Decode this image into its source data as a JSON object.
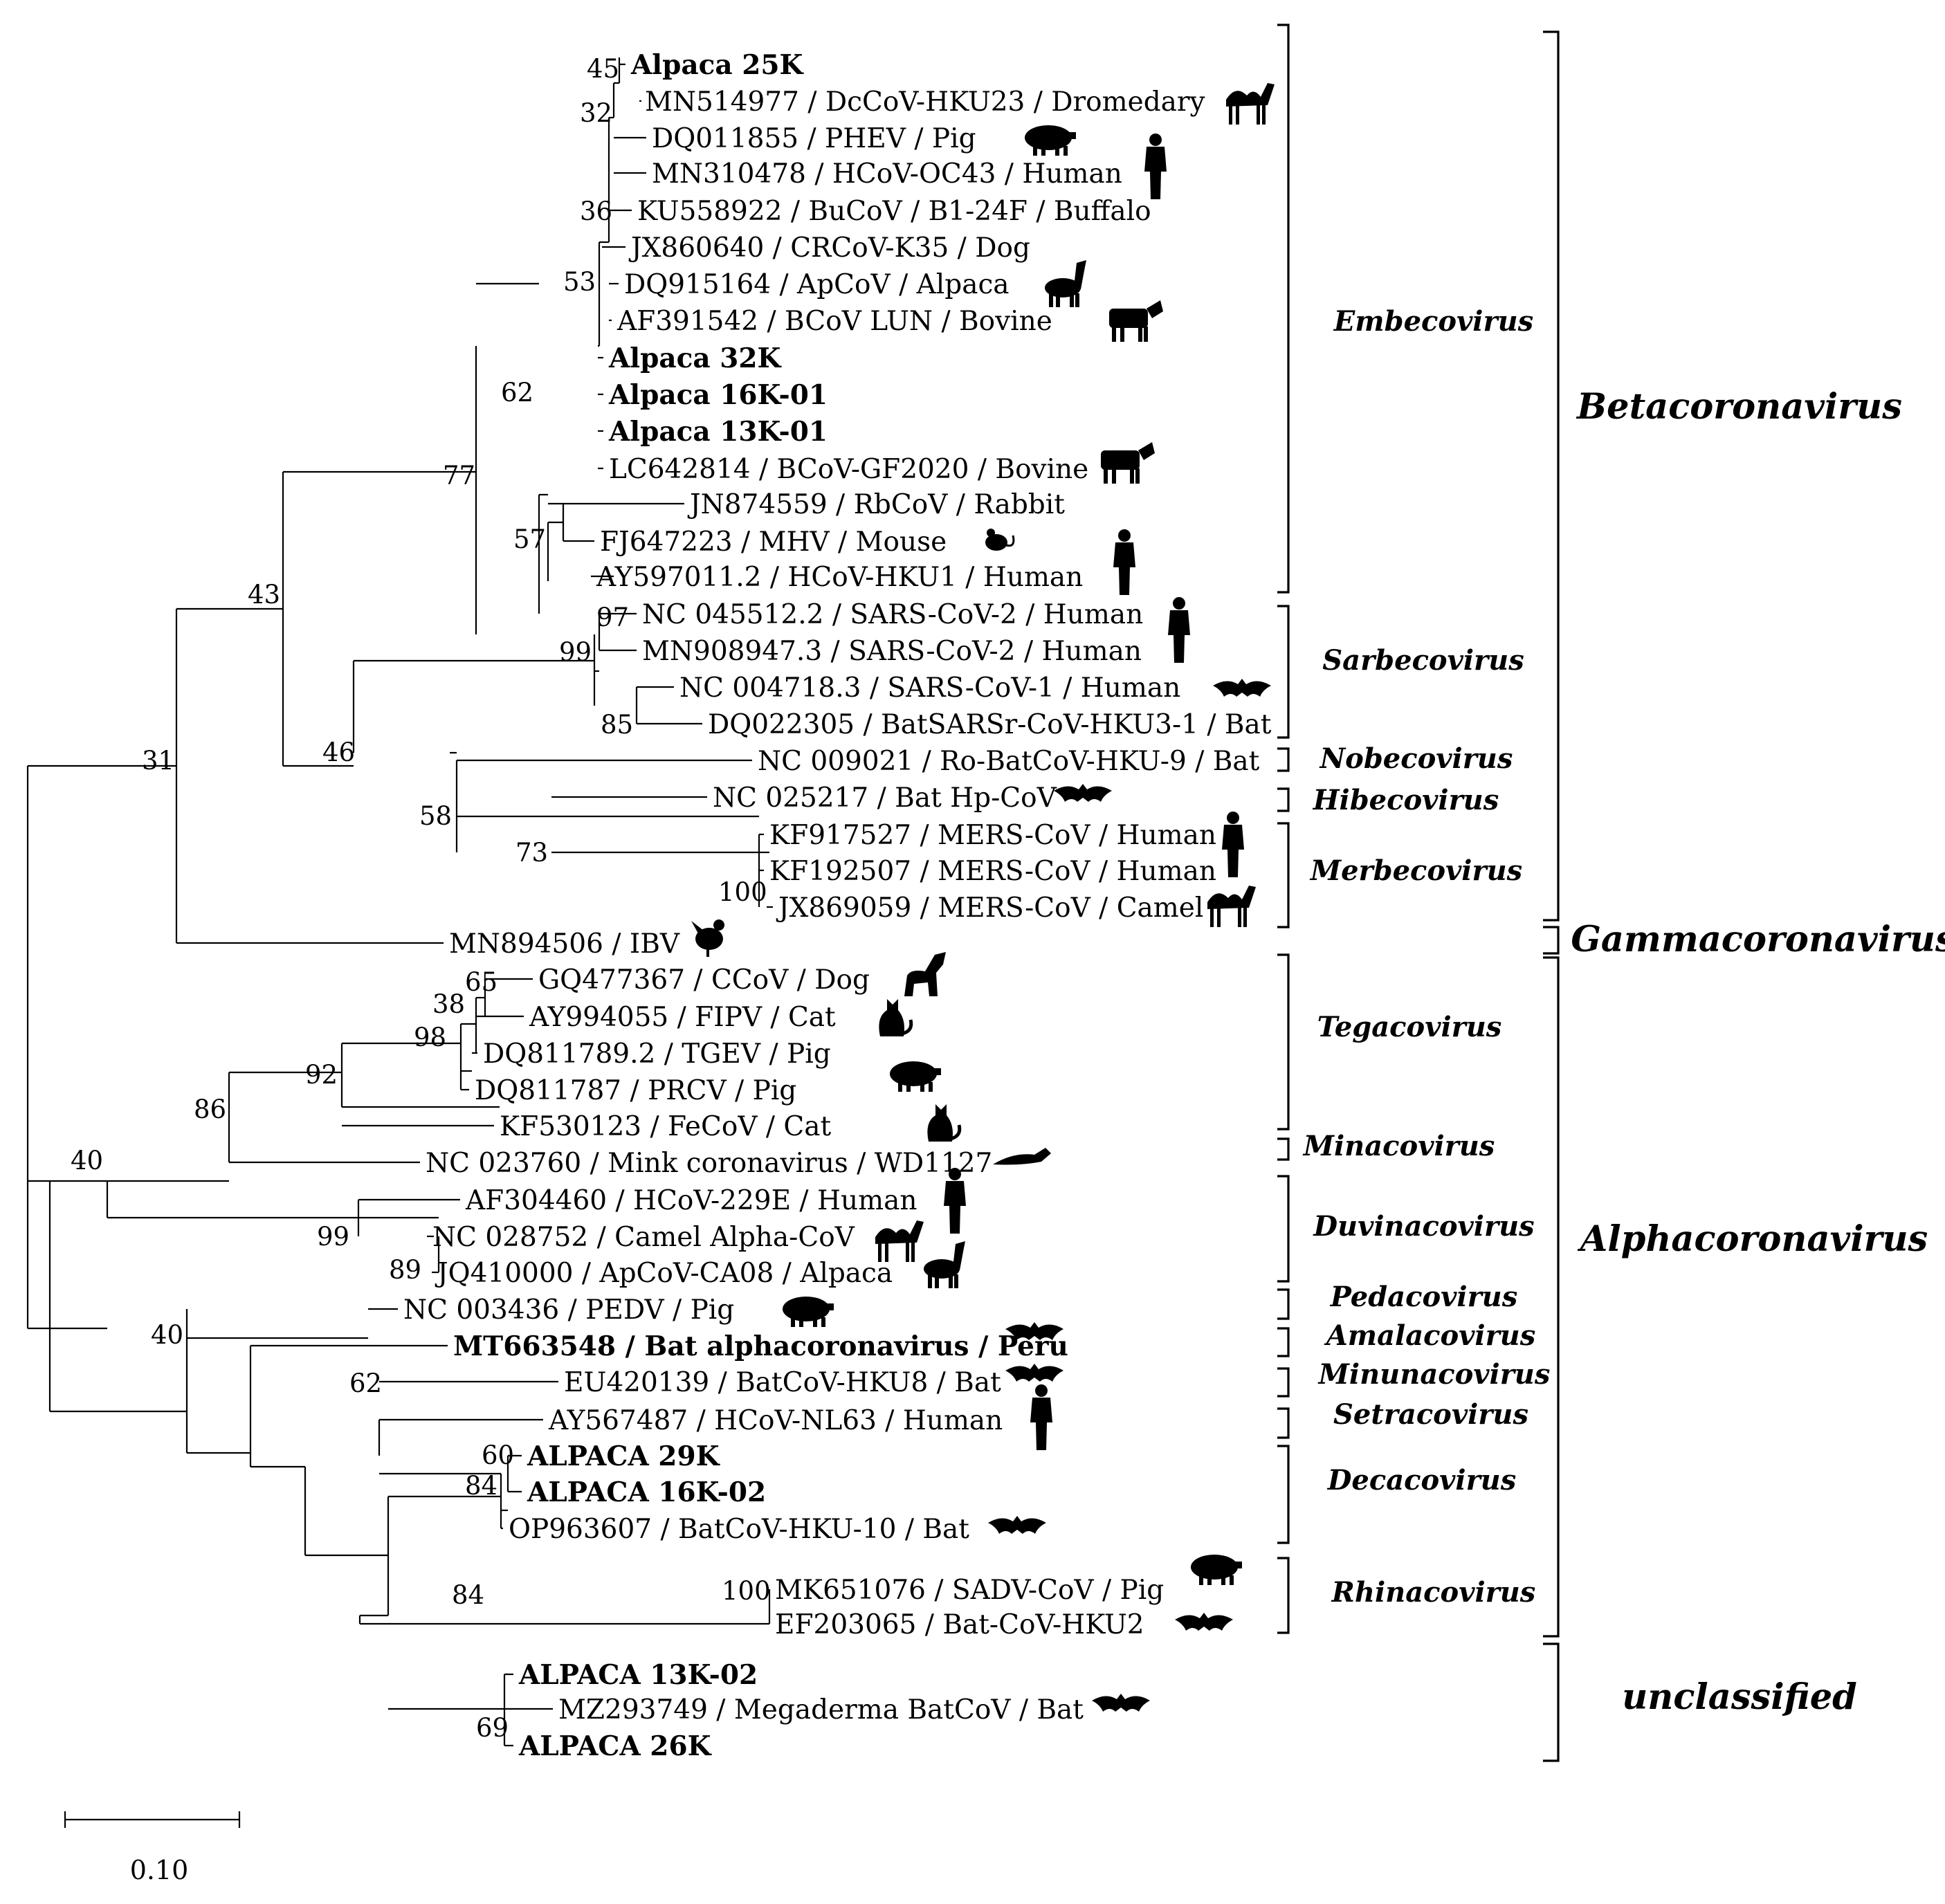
{
  "colors": {
    "highlight": "#FF1A1A",
    "reference": "#7B4FB8",
    "default": "#000000"
  },
  "leaves": [
    {
      "label": "Alpaca 25K",
      "style": "new",
      "icon": "none"
    },
    {
      "label": "MN514977 / DcCoV-HKU23 / Dromedary",
      "style": "ref",
      "icon": "camel-icon"
    },
    {
      "label": "DQ011855 / PHEV / Pig",
      "style": "plain",
      "icon": "pig-icon"
    },
    {
      "label": "MN310478 / HCoV-OC43 / Human",
      "style": "plain",
      "icon": "human-icon"
    },
    {
      "label": "KU558922 / BuCoV / B1-24F / Buffalo",
      "style": "plain",
      "icon": "none"
    },
    {
      "label": "JX860640 / CRCoV-K35 / Dog",
      "style": "plain",
      "icon": "none"
    },
    {
      "label": "DQ915164 / ApCoV / Alpaca",
      "style": "ref",
      "icon": "alpaca-icon"
    },
    {
      "label": "AF391542 / BCoV LUN / Bovine",
      "style": "plain",
      "icon": "cow-icon"
    },
    {
      "label": "Alpaca 32K",
      "style": "new",
      "icon": "none"
    },
    {
      "label": "Alpaca 16K-01",
      "style": "new",
      "icon": "none"
    },
    {
      "label": "Alpaca 13K-01",
      "style": "new",
      "icon": "none"
    },
    {
      "label": "LC642814 / BCoV-GF2020 / Bovine",
      "style": "plain",
      "icon": "cow-icon"
    },
    {
      "label": "JN874559 / RbCoV / Rabbit",
      "style": "plain",
      "icon": "none"
    },
    {
      "label": "FJ647223 / MHV / Mouse",
      "style": "plain",
      "icon": "mouse-icon"
    },
    {
      "label": "AY597011.2 / HCoV-HKU1 / Human",
      "style": "plain",
      "icon": "human-icon"
    },
    {
      "label": "NC 045512.2 / SARS-CoV-2 / Human",
      "style": "plain",
      "icon": "human-icon"
    },
    {
      "label": "MN908947.3 / SARS-CoV-2 / Human",
      "style": "plain",
      "icon": "none"
    },
    {
      "label": "NC 004718.3 / SARS-CoV-1 / Human",
      "style": "plain",
      "icon": "bat-icon"
    },
    {
      "label": "DQ022305 / BatSARSr-CoV-HKU3-1 / Bat",
      "style": "plain",
      "icon": "none"
    },
    {
      "label": "NC 009021 / Ro-BatCoV-HKU-9 / Bat",
      "style": "plain",
      "icon": "none"
    },
    {
      "label": "NC 025217 / Bat Hp-CoV",
      "style": "plain",
      "icon": "bat-icon"
    },
    {
      "label": "KF917527 / MERS-CoV / Human",
      "style": "plain",
      "icon": "human-icon"
    },
    {
      "label": "KF192507 / MERS-CoV / Human",
      "style": "plain",
      "icon": "none"
    },
    {
      "label": "JX869059 / MERS-CoV / Camel",
      "style": "ref",
      "icon": "camel-icon"
    },
    {
      "label": "MN894506 / IBV",
      "style": "plain",
      "icon": "chicken-icon"
    },
    {
      "label": "GQ477367 / CCoV / Dog",
      "style": "plain",
      "icon": "dog-icon"
    },
    {
      "label": "AY994055 / FIPV / Cat",
      "style": "plain",
      "icon": "cat-icon"
    },
    {
      "label": "DQ811789.2 / TGEV / Pig",
      "style": "plain",
      "icon": "none"
    },
    {
      "label": "DQ811787 / PRCV / Pig",
      "style": "plain",
      "icon": "pig-icon"
    },
    {
      "label": "KF530123 / FeCoV / Cat",
      "style": "plain",
      "icon": "cat-icon"
    },
    {
      "label": "NC 023760 / Mink coronavirus / WD1127",
      "style": "plain",
      "icon": "mink-icon"
    },
    {
      "label": "AF304460 / HCoV-229E / Human",
      "style": "plain",
      "icon": "human-icon"
    },
    {
      "label": "NC 028752 / Camel Alpha-CoV",
      "style": "ref",
      "icon": "camel-icon"
    },
    {
      "label": "JQ410000 / ApCoV-CA08 / Alpaca",
      "style": "plain",
      "icon": "alpaca-icon"
    },
    {
      "label": "NC 003436 / PEDV / Pig",
      "style": "plain",
      "icon": "pig-icon"
    },
    {
      "label": "MT663548 / Bat alphacoronavirus / Peru",
      "style": "bold",
      "icon": "bat-icon"
    },
    {
      "label": "EU420139 / BatCoV-HKU8 / Bat",
      "style": "plain",
      "icon": "bat-icon"
    },
    {
      "label": "AY567487 / HCoV-NL63 / Human",
      "style": "plain",
      "icon": "human-icon"
    },
    {
      "label": "ALPACA 29K",
      "style": "new",
      "icon": "none"
    },
    {
      "label": "ALPACA 16K-02",
      "style": "new",
      "icon": "none"
    },
    {
      "label": "OP963607 / BatCoV-HKU-10 / Bat",
      "style": "plain",
      "icon": "bat-icon"
    },
    {
      "label": "MK651076 / SADV-CoV / Pig",
      "style": "plain",
      "icon": "pig-icon"
    },
    {
      "label": "EF203065 / Bat-CoV-HKU2",
      "style": "plain",
      "icon": "bat-icon"
    },
    {
      "label": "ALPACA 13K-02",
      "style": "new",
      "icon": "none"
    },
    {
      "label": "MZ293749 / Megaderma BatCoV / Bat",
      "style": "plain",
      "icon": "bat-icon"
    },
    {
      "label": "ALPACA 26K",
      "style": "new",
      "icon": "none"
    }
  ],
  "bootstrap": [
    "45",
    "32",
    "36",
    "53",
    "62",
    "57",
    "77",
    "43",
    "97",
    "99",
    "85",
    "46",
    "58",
    "73",
    "100",
    "31",
    "65",
    "38",
    "98",
    "92",
    "86",
    "40",
    "99",
    "89",
    "40",
    "62",
    "60",
    "84",
    "84",
    "100",
    "69"
  ],
  "subgenera": [
    "Embecovirus",
    "Sarbecovirus",
    "Nobecovirus",
    "Hibecovirus",
    "Merbecovirus",
    "Tegacovirus",
    "Minacovirus",
    "Duvinacovirus",
    "Pedacovirus",
    "Amalacovirus",
    "Minunacovirus",
    "Setracovirus",
    "Decacovirus",
    "Rhinacovirus"
  ],
  "genera": [
    "Betacoronavirus",
    "Gammacoronavirus",
    "Alphacoronavirus",
    "unclassified"
  ],
  "scale_bar": {
    "label": "0.10"
  }
}
